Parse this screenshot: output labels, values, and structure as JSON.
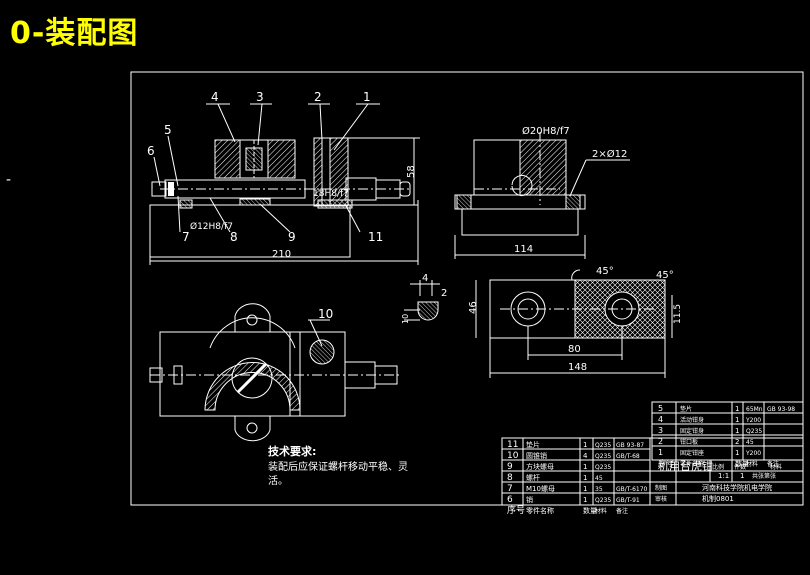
{
  "page_title": "0-装配图",
  "left_marker": "-",
  "front_view": {
    "callouts": [
      "4",
      "3",
      "2",
      "1",
      "5",
      "6",
      "7",
      "8",
      "9",
      "11"
    ],
    "fit_left": "Ø12H8/f7",
    "fit_right": "18H8/f7",
    "dim_overall": "210",
    "dim_height": "58"
  },
  "side_view": {
    "dim_hole": "Ø20H8/f7",
    "dim_holes": "2×Ø12",
    "dim_width": "114"
  },
  "top_view": {
    "callout_10": "10"
  },
  "detail_view": {
    "dim_a": "4",
    "dim_b": "2",
    "dim_c": "10"
  },
  "jaw_view": {
    "angle_a": "45°",
    "angle_b": "45°",
    "dim_height": "46",
    "dim_pitch": "80",
    "dim_length": "148",
    "dim_right": "11.5"
  },
  "technical_requirements": {
    "heading": "技术要求:",
    "lines": [
      "装配后应保证螺杆移动平稳、灵",
      "活。"
    ]
  },
  "title_block": {
    "drawing_name": "机用台虎钳",
    "scale_label": "比例",
    "scale": "1:1",
    "qty_label": "件数",
    "qty": "1",
    "sheet_label": "共张第张",
    "material_label": "材料",
    "drawn_label": "制图",
    "checked_label": "审核",
    "school": "河南科技学院机电学院",
    "class": "机制0801"
  },
  "bom_upper": [
    {
      "no": "5",
      "name": "垫片",
      "qty": "1",
      "material": "65Mn",
      "note": "GB 93-98"
    },
    {
      "no": "4",
      "name": "活动钳身",
      "qty": "1",
      "material": "Y200",
      "note": ""
    },
    {
      "no": "3",
      "name": "固定钳身",
      "qty": "1",
      "material": "Q235",
      "note": ""
    },
    {
      "no": "2",
      "name": "钳口板",
      "qty": "2",
      "material": "45",
      "note": ""
    },
    {
      "no": "1",
      "name": "固定钳座",
      "qty": "1",
      "material": "Y200",
      "note": ""
    }
  ],
  "bom_upper_header": {
    "no": "序号",
    "name": "零件名称",
    "qty": "数量",
    "material": "材料",
    "note": "备注"
  },
  "bom_lower": [
    {
      "no": "11",
      "name": "垫片",
      "qty": "1",
      "material": "Q235",
      "note": "GB 93-87"
    },
    {
      "no": "10",
      "name": "圆锥销",
      "qty": "4",
      "material": "Q235",
      "note": "GB/T-68"
    },
    {
      "no": "9",
      "name": "方块螺母",
      "qty": "1",
      "material": "Q235",
      "note": ""
    },
    {
      "no": "8",
      "name": "螺杆",
      "qty": "1",
      "material": "45",
      "note": ""
    },
    {
      "no": "7",
      "name": "M10螺母",
      "qty": "1",
      "material": "35",
      "note": "GB/T-6170"
    },
    {
      "no": "6",
      "name": "销",
      "qty": "1",
      "material": "Q235",
      "note": "GB/T-91"
    }
  ],
  "bom_lower_header": {
    "no": "序号",
    "name": "零件名称",
    "qty": "数量",
    "material": "材料",
    "note": "备注"
  }
}
